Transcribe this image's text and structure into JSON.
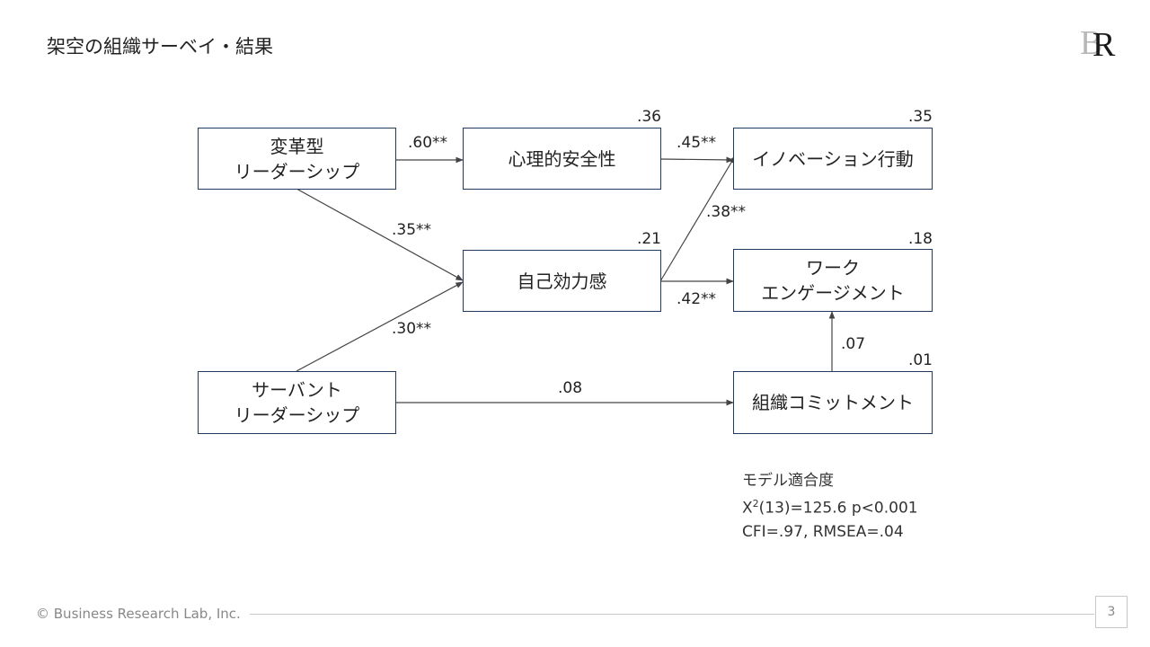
{
  "title": "架空の組織サーベイ・結果",
  "logo_text": "BR",
  "nodes": {
    "transformational": {
      "line1": "変革型",
      "line2": "リーダーシップ"
    },
    "servant": {
      "line1": "サーバント",
      "line2": "リーダーシップ"
    },
    "psych_safety": {
      "label": "心理的安全性",
      "r2": ".36"
    },
    "self_efficacy": {
      "label": "自己効力感",
      "r2": ".21"
    },
    "innovation": {
      "label": "イノベーション行動",
      "r2": ".35"
    },
    "engagement": {
      "line1": "ワーク",
      "line2": "エンゲージメント",
      "r2": ".18"
    },
    "commitment": {
      "label": "組織コミットメント",
      "r2": ".01"
    }
  },
  "paths": {
    "tl_psych": ".60**",
    "tl_efficacy": ".35**",
    "sl_efficacy": ".30**",
    "psych_innovation": ".45**",
    "efficacy_innovation": ".38**",
    "efficacy_engagement": ".42**",
    "sl_commitment": ".08",
    "commitment_engagement": ".07"
  },
  "fit": {
    "heading": "モデル適合度",
    "chi_prefix": "X",
    "chi_sup": "2",
    "chi_rest": "(13)=125.6 p<0.001",
    "indices": "CFI=.97, RMSEA=.04"
  },
  "footer": {
    "copyright": "© Business Research Lab, Inc.",
    "page_number": "3"
  },
  "colors": {
    "box_border": "#1f3a5a",
    "arrow": "#444444",
    "text": "#222222",
    "footer": "#888888"
  }
}
